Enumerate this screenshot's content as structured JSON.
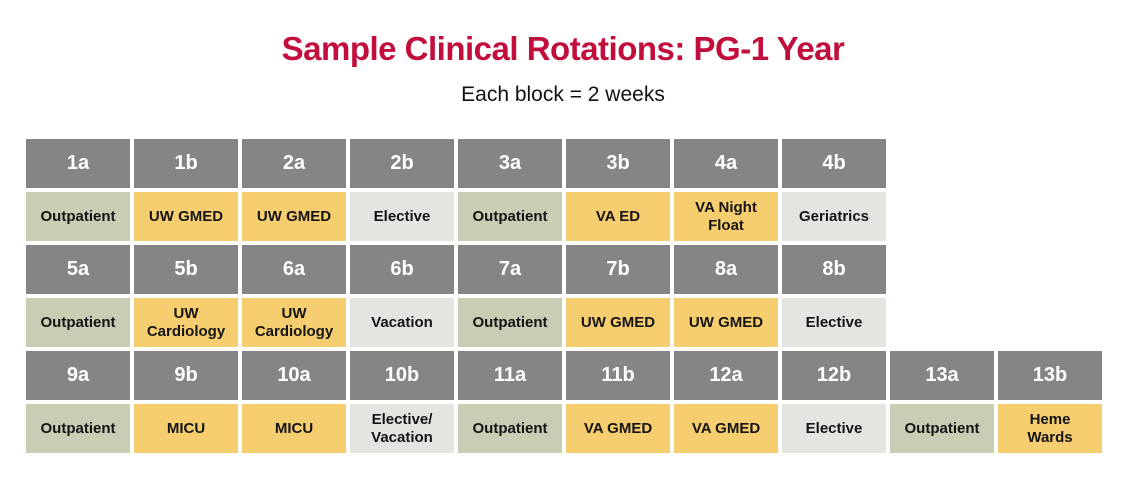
{
  "title": "Sample Clinical Rotations: PG-1 Year",
  "subtitle": "Each block = 2 weeks",
  "colors": {
    "title_red": "#C10E3C",
    "header_gray": "#858585",
    "outpatient_green": "#C9CDB4",
    "inpatient_yellow": "#F6CE6F",
    "elective_gray": "#E4E4E1"
  },
  "schedule": {
    "rows": [
      {
        "blocks": [
          {
            "id": "1a",
            "label": "Outpatient",
            "category": "outpatient"
          },
          {
            "id": "1b",
            "label": "UW GMED",
            "category": "inpatient"
          },
          {
            "id": "2a",
            "label": "UW GMED",
            "category": "inpatient"
          },
          {
            "id": "2b",
            "label": "Elective",
            "category": "elective"
          },
          {
            "id": "3a",
            "label": "Outpatient",
            "category": "outpatient"
          },
          {
            "id": "3b",
            "label": "VA ED",
            "category": "inpatient"
          },
          {
            "id": "4a",
            "label": "VA Night Float",
            "category": "inpatient"
          },
          {
            "id": "4b",
            "label": "Geriatrics",
            "category": "elective"
          }
        ]
      },
      {
        "blocks": [
          {
            "id": "5a",
            "label": "Outpatient",
            "category": "outpatient"
          },
          {
            "id": "5b",
            "label": "UW Cardiology",
            "category": "inpatient"
          },
          {
            "id": "6a",
            "label": "UW Cardiology",
            "category": "inpatient"
          },
          {
            "id": "6b",
            "label": "Vacation",
            "category": "elective"
          },
          {
            "id": "7a",
            "label": "Outpatient",
            "category": "outpatient"
          },
          {
            "id": "7b",
            "label": "UW GMED",
            "category": "inpatient"
          },
          {
            "id": "8a",
            "label": "UW GMED",
            "category": "inpatient"
          },
          {
            "id": "8b",
            "label": "Elective",
            "category": "elective"
          }
        ]
      },
      {
        "blocks": [
          {
            "id": "9a",
            "label": "Outpatient",
            "category": "outpatient"
          },
          {
            "id": "9b",
            "label": "MICU",
            "category": "inpatient"
          },
          {
            "id": "10a",
            "label": "MICU",
            "category": "inpatient"
          },
          {
            "id": "10b",
            "label": "Elective/Vacation",
            "category": "elective"
          },
          {
            "id": "11a",
            "label": "Outpatient",
            "category": "outpatient"
          },
          {
            "id": "11b",
            "label": "VA GMED",
            "category": "inpatient"
          },
          {
            "id": "12a",
            "label": "VA GMED",
            "category": "inpatient"
          },
          {
            "id": "12b",
            "label": "Elective",
            "category": "elective"
          },
          {
            "id": "13a",
            "label": "Outpatient",
            "category": "outpatient"
          },
          {
            "id": "13b",
            "label": "Heme Wards",
            "category": "inpatient"
          }
        ]
      }
    ]
  }
}
